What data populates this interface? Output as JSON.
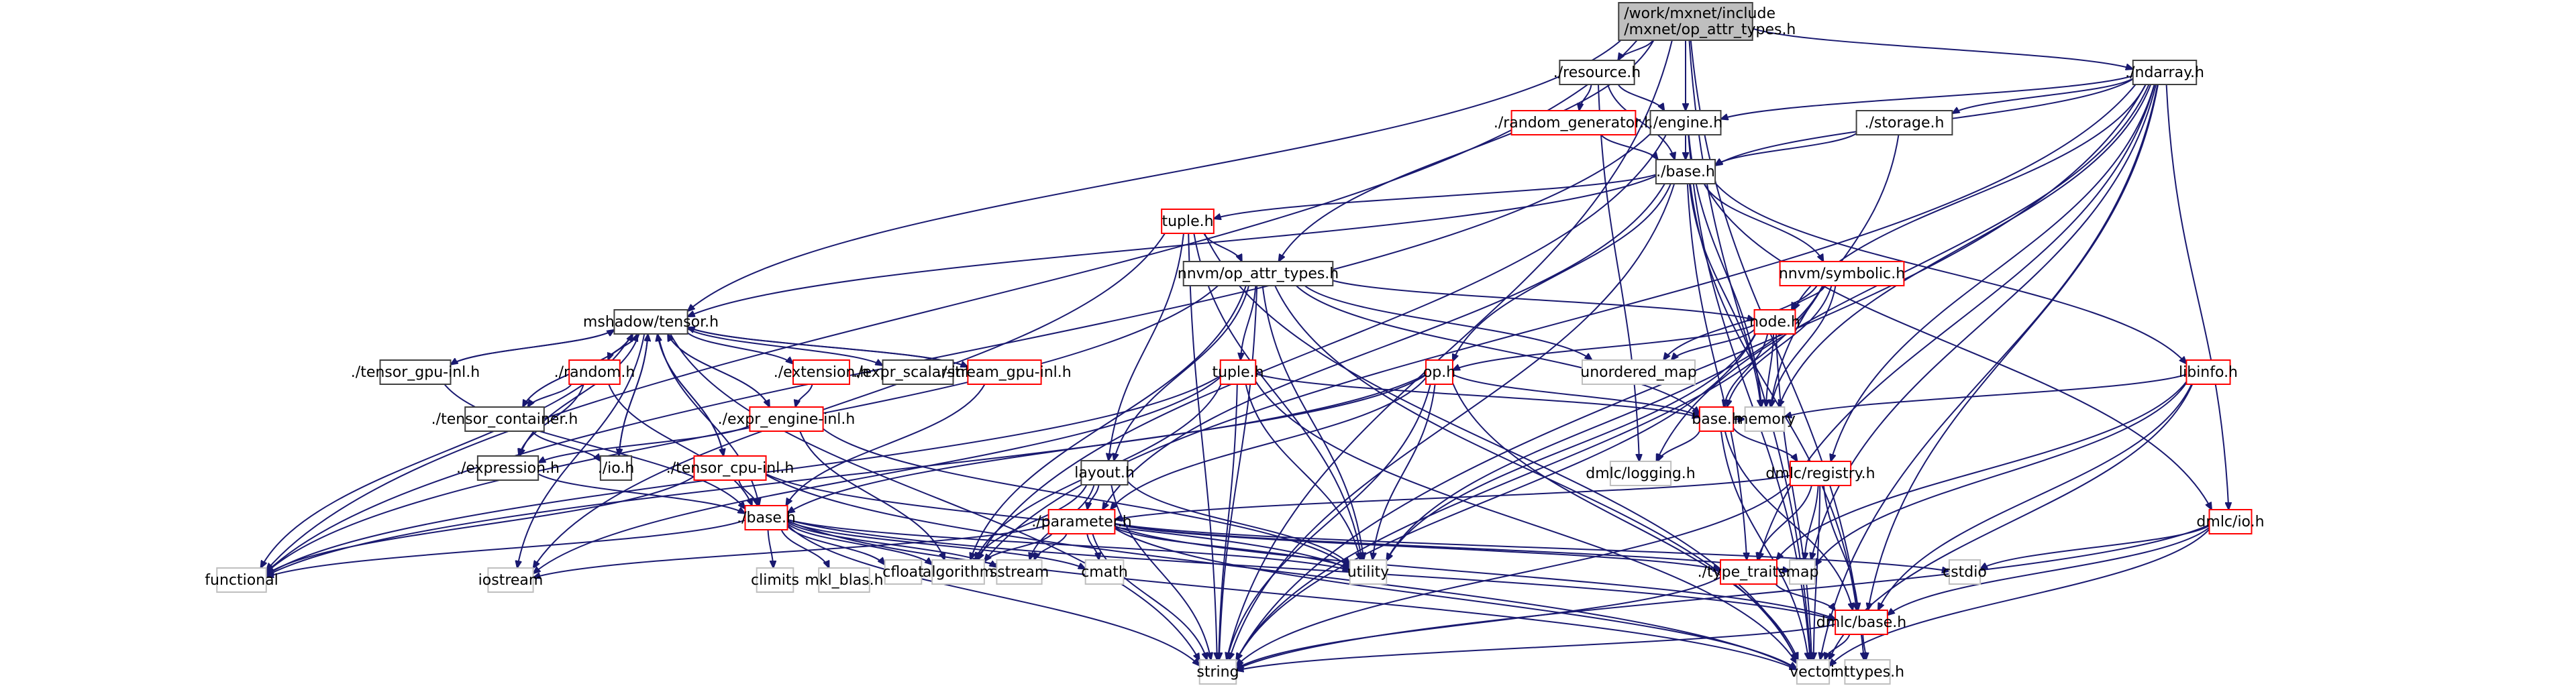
{
  "title": "Include dependency graph for op_attr_types.h",
  "colors": {
    "edge": "#191970",
    "root_fill": "#bfbfbf",
    "documented_border": "#404040",
    "truncated_border": "#ff0000",
    "external_border": "#bfbfbf"
  },
  "nodes": [
    {
      "id": "root",
      "label": [
        "/work/mxnet/include",
        "/mxnet/op_attr_types.h"
      ],
      "kind": "root"
    },
    {
      "id": "resource",
      "label": [
        "./resource.h"
      ],
      "kind": "doc"
    },
    {
      "id": "random_generator",
      "label": [
        "./random_generator.h"
      ],
      "kind": "trunc"
    },
    {
      "id": "engine",
      "label": [
        "./engine.h"
      ],
      "kind": "doc"
    },
    {
      "id": "storage",
      "label": [
        "./storage.h"
      ],
      "kind": "doc"
    },
    {
      "id": "ndarray",
      "label": [
        "./ndarray.h"
      ],
      "kind": "doc"
    },
    {
      "id": "mxbase",
      "label": [
        "./base.h"
      ],
      "kind": "doc"
    },
    {
      "id": "tuple_top",
      "label": [
        "tuple.h"
      ],
      "kind": "trunc"
    },
    {
      "id": "nnvm_op_attr",
      "label": [
        "nnvm/op_attr_types.h"
      ],
      "kind": "doc"
    },
    {
      "id": "nnvm_symbolic",
      "label": [
        "nnvm/symbolic.h"
      ],
      "kind": "trunc"
    },
    {
      "id": "node",
      "label": [
        "node.h"
      ],
      "kind": "trunc"
    },
    {
      "id": "mshadow_tensor",
      "label": [
        "mshadow/tensor.h"
      ],
      "kind": "doc"
    },
    {
      "id": "tensor_gpu_inl",
      "label": [
        "./tensor_gpu-inl.h"
      ],
      "kind": "doc"
    },
    {
      "id": "random",
      "label": [
        "./random.h"
      ],
      "kind": "trunc"
    },
    {
      "id": "extension",
      "label": [
        "./extension.h"
      ],
      "kind": "trunc"
    },
    {
      "id": "expr_scalar_inl",
      "label": [
        "./expr_scalar-inl.h"
      ],
      "kind": "doc"
    },
    {
      "id": "stream_gpu_inl",
      "label": [
        "./stream_gpu-inl.h"
      ],
      "kind": "trunc"
    },
    {
      "id": "tuple_mid",
      "label": [
        "tuple.h"
      ],
      "kind": "trunc"
    },
    {
      "id": "op",
      "label": [
        "op.h"
      ],
      "kind": "trunc"
    },
    {
      "id": "unordered_map",
      "label": [
        "unordered_map"
      ],
      "kind": "ext"
    },
    {
      "id": "libinfo",
      "label": [
        "libinfo.h"
      ],
      "kind": "trunc"
    },
    {
      "id": "tensor_container",
      "label": [
        "./tensor_container.h"
      ],
      "kind": "doc"
    },
    {
      "id": "expr_engine_inl",
      "label": [
        "./expr_engine-inl.h"
      ],
      "kind": "trunc"
    },
    {
      "id": "nnvm_base",
      "label": [
        "base.h"
      ],
      "kind": "trunc"
    },
    {
      "id": "memory",
      "label": [
        "memory"
      ],
      "kind": "ext"
    },
    {
      "id": "expression",
      "label": [
        "./expression.h"
      ],
      "kind": "doc"
    },
    {
      "id": "io",
      "label": [
        "./io.h"
      ],
      "kind": "doc"
    },
    {
      "id": "tensor_cpu_inl",
      "label": [
        "./tensor_cpu-inl.h"
      ],
      "kind": "trunc"
    },
    {
      "id": "layout",
      "label": [
        "layout.h"
      ],
      "kind": "doc"
    },
    {
      "id": "dmlc_logging",
      "label": [
        "dmlc/logging.h"
      ],
      "kind": "ext"
    },
    {
      "id": "dmlc_registry",
      "label": [
        "dmlc/registry.h"
      ],
      "kind": "trunc"
    },
    {
      "id": "dmlc_io",
      "label": [
        "dmlc/io.h"
      ],
      "kind": "trunc"
    },
    {
      "id": "mshadow_base",
      "label": [
        "./base.h"
      ],
      "kind": "trunc"
    },
    {
      "id": "parameter",
      "label": [
        "./parameter.h"
      ],
      "kind": "trunc"
    },
    {
      "id": "functional",
      "label": [
        "functional"
      ],
      "kind": "ext"
    },
    {
      "id": "iostream",
      "label": [
        "iostream"
      ],
      "kind": "ext"
    },
    {
      "id": "climits",
      "label": [
        "climits"
      ],
      "kind": "ext"
    },
    {
      "id": "mkl_blas",
      "label": [
        "mkl_blas.h"
      ],
      "kind": "ext"
    },
    {
      "id": "cfloat",
      "label": [
        "cfloat"
      ],
      "kind": "ext"
    },
    {
      "id": "algorithm",
      "label": [
        "algorithm"
      ],
      "kind": "ext"
    },
    {
      "id": "sstream",
      "label": [
        "sstream"
      ],
      "kind": "ext"
    },
    {
      "id": "cmath",
      "label": [
        "cmath"
      ],
      "kind": "ext"
    },
    {
      "id": "utility",
      "label": [
        "utility"
      ],
      "kind": "ext"
    },
    {
      "id": "type_traits",
      "label": [
        "./type_traits.h"
      ],
      "kind": "trunc"
    },
    {
      "id": "map",
      "label": [
        "map"
      ],
      "kind": "ext"
    },
    {
      "id": "cstdio",
      "label": [
        "cstdio"
      ],
      "kind": "ext"
    },
    {
      "id": "dmlc_base",
      "label": [
        "dmlc/base.h"
      ],
      "kind": "trunc"
    },
    {
      "id": "string",
      "label": [
        "string"
      ],
      "kind": "ext"
    },
    {
      "id": "vector",
      "label": [
        "vector"
      ],
      "kind": "ext"
    },
    {
      "id": "inttypes",
      "label": [
        "inttypes.h"
      ],
      "kind": "ext"
    }
  ],
  "edges": [
    [
      "root",
      "resource"
    ],
    [
      "root",
      "engine"
    ],
    [
      "root",
      "mxbase"
    ],
    [
      "root",
      "ndarray"
    ],
    [
      "root",
      "nnvm_op_attr"
    ],
    [
      "root",
      "mshadow_tensor"
    ],
    [
      "root",
      "functional"
    ],
    [
      "root",
      "string"
    ],
    [
      "root",
      "vector"
    ],
    [
      "root",
      "inttypes"
    ],
    [
      "resource",
      "random_generator"
    ],
    [
      "resource",
      "engine"
    ],
    [
      "resource",
      "mxbase"
    ],
    [
      "resource",
      "dmlc_logging"
    ],
    [
      "random_generator",
      "mxbase"
    ],
    [
      "engine",
      "mxbase"
    ],
    [
      "engine",
      "algorithm"
    ],
    [
      "engine",
      "functional"
    ],
    [
      "engine",
      "vector"
    ],
    [
      "engine",
      "memory"
    ],
    [
      "storage",
      "mxbase"
    ],
    [
      "storage",
      "memory"
    ],
    [
      "ndarray",
      "engine"
    ],
    [
      "ndarray",
      "storage"
    ],
    [
      "ndarray",
      "mxbase"
    ],
    [
      "ndarray",
      "dmlc_io"
    ],
    [
      "ndarray",
      "dmlc_base"
    ],
    [
      "ndarray",
      "dmlc_registry"
    ],
    [
      "ndarray",
      "node"
    ],
    [
      "ndarray",
      "map"
    ],
    [
      "ndarray",
      "memory"
    ],
    [
      "ndarray",
      "vector"
    ],
    [
      "ndarray",
      "string"
    ],
    [
      "ndarray",
      "algorithm"
    ],
    [
      "ndarray",
      "dmlc_logging"
    ],
    [
      "ndarray",
      "type_traits"
    ],
    [
      "mxbase",
      "tuple_top"
    ],
    [
      "mxbase",
      "mshadow_tensor"
    ],
    [
      "mxbase",
      "nnvm_symbolic"
    ],
    [
      "mxbase",
      "op"
    ],
    [
      "mxbase",
      "parameter"
    ],
    [
      "mxbase",
      "libinfo"
    ],
    [
      "mxbase",
      "dmlc_io"
    ],
    [
      "mxbase",
      "memory"
    ],
    [
      "mxbase",
      "string"
    ],
    [
      "mxbase",
      "type_traits"
    ],
    [
      "mxbase",
      "dmlc_base"
    ],
    [
      "tuple_top",
      "nnvm_op_attr"
    ],
    [
      "tuple_top",
      "layout"
    ],
    [
      "tuple_top",
      "utility"
    ],
    [
      "tuple_top",
      "string"
    ],
    [
      "tuple_top",
      "iostream"
    ],
    [
      "tuple_top",
      "vector"
    ],
    [
      "nnvm_op_attr",
      "tuple_mid"
    ],
    [
      "nnvm_op_attr",
      "node"
    ],
    [
      "nnvm_op_attr",
      "layout"
    ],
    [
      "nnvm_op_attr",
      "unordered_map"
    ],
    [
      "nnvm_op_attr",
      "utility"
    ],
    [
      "nnvm_op_attr",
      "vector"
    ],
    [
      "nnvm_op_attr",
      "string"
    ],
    [
      "nnvm_op_attr",
      "functional"
    ],
    [
      "nnvm_op_attr",
      "nnvm_base"
    ],
    [
      "nnvm_op_attr",
      "algorithm"
    ],
    [
      "nnvm_symbolic",
      "node"
    ],
    [
      "nnvm_symbolic",
      "unordered_map"
    ],
    [
      "nnvm_symbolic",
      "nnvm_base"
    ],
    [
      "nnvm_symbolic",
      "string"
    ],
    [
      "nnvm_symbolic",
      "utility"
    ],
    [
      "nnvm_symbolic",
      "memory"
    ],
    [
      "node",
      "op"
    ],
    [
      "node",
      "nnvm_base"
    ],
    [
      "node",
      "unordered_map"
    ],
    [
      "node",
      "memory"
    ],
    [
      "node",
      "string"
    ],
    [
      "node",
      "vector"
    ],
    [
      "node",
      "utility"
    ],
    [
      "mshadow_tensor",
      "tensor_gpu_inl"
    ],
    [
      "mshadow_tensor",
      "random"
    ],
    [
      "mshadow_tensor",
      "extension"
    ],
    [
      "mshadow_tensor",
      "expr_scalar_inl"
    ],
    [
      "mshadow_tensor",
      "stream_gpu_inl"
    ],
    [
      "mshadow_tensor",
      "tensor_container"
    ],
    [
      "mshadow_tensor",
      "expr_engine_inl"
    ],
    [
      "mshadow_tensor",
      "expression"
    ],
    [
      "mshadow_tensor",
      "io"
    ],
    [
      "mshadow_tensor",
      "tensor_cpu_inl"
    ],
    [
      "mshadow_tensor",
      "mshadow_base"
    ],
    [
      "mshadow_tensor",
      "iostream"
    ],
    [
      "mshadow_tensor",
      "string"
    ],
    [
      "mshadow_tensor",
      "functional"
    ],
    [
      "tensor_gpu_inl",
      "mshadow_tensor"
    ],
    [
      "tensor_gpu_inl",
      "mshadow_base"
    ],
    [
      "random",
      "mshadow_tensor"
    ],
    [
      "random",
      "tensor_container"
    ],
    [
      "random",
      "mshadow_base"
    ],
    [
      "random",
      "expression"
    ],
    [
      "extension",
      "expr_engine_inl"
    ],
    [
      "stream_gpu_inl",
      "mshadow_tensor"
    ],
    [
      "stream_gpu_inl",
      "mshadow_base"
    ],
    [
      "tensor_container",
      "mshadow_tensor"
    ],
    [
      "tensor_container",
      "io"
    ],
    [
      "expr_engine_inl",
      "mshadow_tensor"
    ],
    [
      "expr_engine_inl",
      "expression"
    ],
    [
      "expr_engine_inl",
      "algorithm"
    ],
    [
      "expr_engine_inl",
      "utility"
    ],
    [
      "io",
      "mshadow_tensor"
    ],
    [
      "tensor_cpu_inl",
      "mshadow_tensor"
    ],
    [
      "tensor_cpu_inl",
      "mshadow_base"
    ],
    [
      "tensor_cpu_inl",
      "functional"
    ],
    [
      "tensor_cpu_inl",
      "utility"
    ],
    [
      "tensor_cpu_inl",
      "vector"
    ],
    [
      "expression",
      "mshadow_base"
    ],
    [
      "tuple_mid",
      "nnvm_base"
    ],
    [
      "tuple_mid",
      "utility"
    ],
    [
      "tuple_mid",
      "iostream"
    ],
    [
      "tuple_mid",
      "vector"
    ],
    [
      "tuple_mid",
      "string"
    ],
    [
      "tuple_mid",
      "algorithm"
    ],
    [
      "tuple_mid",
      "functional"
    ],
    [
      "op",
      "parameter"
    ],
    [
      "op",
      "nnvm_base"
    ],
    [
      "op",
      "string"
    ],
    [
      "op",
      "vector"
    ],
    [
      "op",
      "utility"
    ],
    [
      "op",
      "functional"
    ],
    [
      "op",
      "mshadow_base"
    ],
    [
      "libinfo",
      "memory"
    ],
    [
      "libinfo",
      "dmlc_base"
    ],
    [
      "libinfo",
      "vector"
    ],
    [
      "libinfo",
      "type_traits"
    ],
    [
      "libinfo",
      "map"
    ],
    [
      "nnvm_base",
      "dmlc_registry"
    ],
    [
      "nnvm_base",
      "dmlc_logging"
    ],
    [
      "nnvm_base",
      "dmlc_base"
    ],
    [
      "nnvm_base",
      "memory"
    ],
    [
      "nnvm_base",
      "vector"
    ],
    [
      "layout",
      "parameter"
    ],
    [
      "layout",
      "algorithm"
    ],
    [
      "layout",
      "sstream"
    ],
    [
      "layout",
      "string"
    ],
    [
      "layout",
      "utility"
    ],
    [
      "dmlc_registry",
      "parameter"
    ],
    [
      "dmlc_registry",
      "type_traits"
    ],
    [
      "dmlc_registry",
      "map"
    ],
    [
      "dmlc_registry",
      "dmlc_base"
    ],
    [
      "dmlc_registry",
      "string"
    ],
    [
      "dmlc_registry",
      "vector"
    ],
    [
      "dmlc_io",
      "cstdio"
    ],
    [
      "dmlc_io",
      "dmlc_base"
    ],
    [
      "dmlc_io",
      "string"
    ],
    [
      "dmlc_io",
      "vector"
    ],
    [
      "mshadow_base",
      "climits"
    ],
    [
      "mshadow_base",
      "mkl_blas"
    ],
    [
      "mshadow_base",
      "cfloat"
    ],
    [
      "mshadow_base",
      "algorithm"
    ],
    [
      "mshadow_base",
      "sstream"
    ],
    [
      "mshadow_base",
      "string"
    ],
    [
      "mshadow_base",
      "functional"
    ],
    [
      "mshadow_base",
      "cmath"
    ],
    [
      "mshadow_base",
      "utility"
    ],
    [
      "mshadow_base",
      "vector"
    ],
    [
      "mshadow_base",
      "dmlc_base"
    ],
    [
      "parameter",
      "iostream"
    ],
    [
      "parameter",
      "algorithm"
    ],
    [
      "parameter",
      "sstream"
    ],
    [
      "parameter",
      "cmath"
    ],
    [
      "parameter",
      "utility"
    ],
    [
      "parameter",
      "string"
    ],
    [
      "parameter",
      "vector"
    ],
    [
      "parameter",
      "map"
    ],
    [
      "parameter",
      "cstdio"
    ],
    [
      "parameter",
      "type_traits"
    ],
    [
      "parameter",
      "dmlc_base"
    ],
    [
      "type_traits",
      "dmlc_base"
    ],
    [
      "type_traits",
      "string"
    ],
    [
      "dmlc_base",
      "string"
    ],
    [
      "dmlc_base",
      "vector"
    ],
    [
      "dmlc_base",
      "inttypes"
    ]
  ]
}
